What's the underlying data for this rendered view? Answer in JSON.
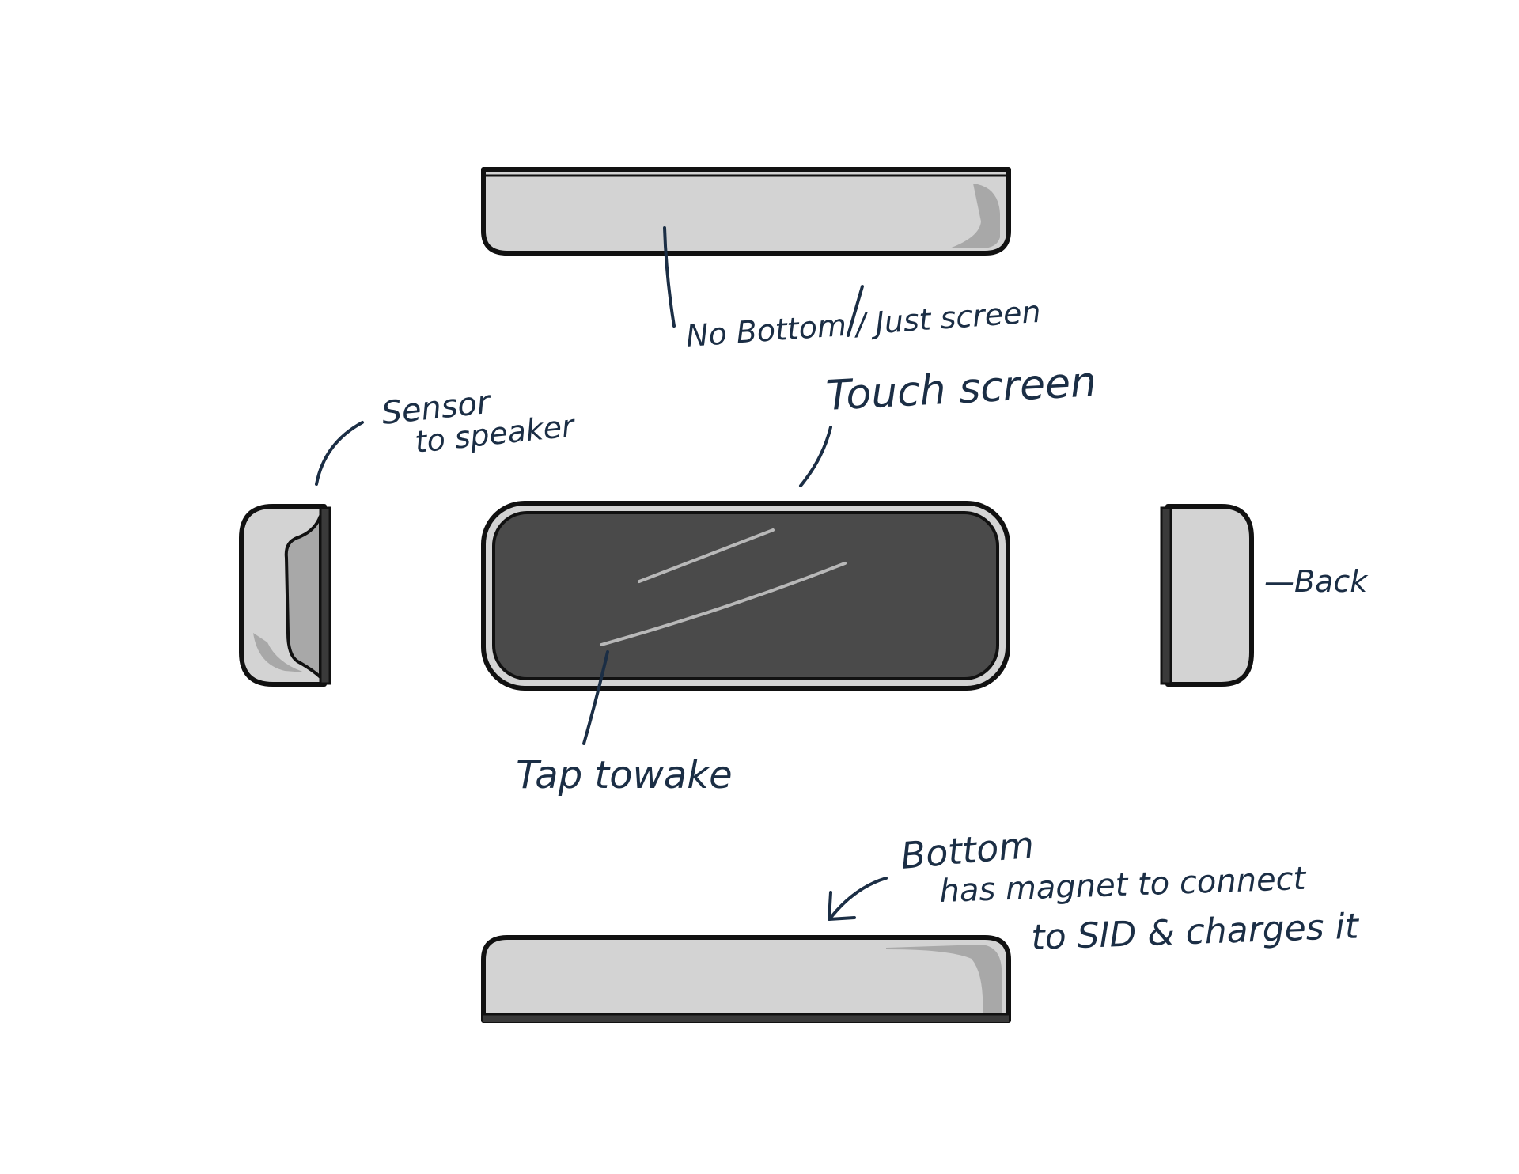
{
  "annotations": {
    "top_view": "No Bottom / Just screen",
    "sensor_line1": "Sensor",
    "sensor_line2": "to speaker",
    "touch_screen": "Touch screen",
    "back": "—Back",
    "tap_to_wake": "Tap towake",
    "bottom_line1": "Bottom",
    "bottom_line2": "has magnet to connect",
    "bottom_line3": "to SID & charges it"
  },
  "colors": {
    "ink": "#1b2e45",
    "outline": "#111111",
    "body": "#d3d3d3",
    "shade": "#a8a8a8",
    "screen": "#4a4a4a"
  }
}
